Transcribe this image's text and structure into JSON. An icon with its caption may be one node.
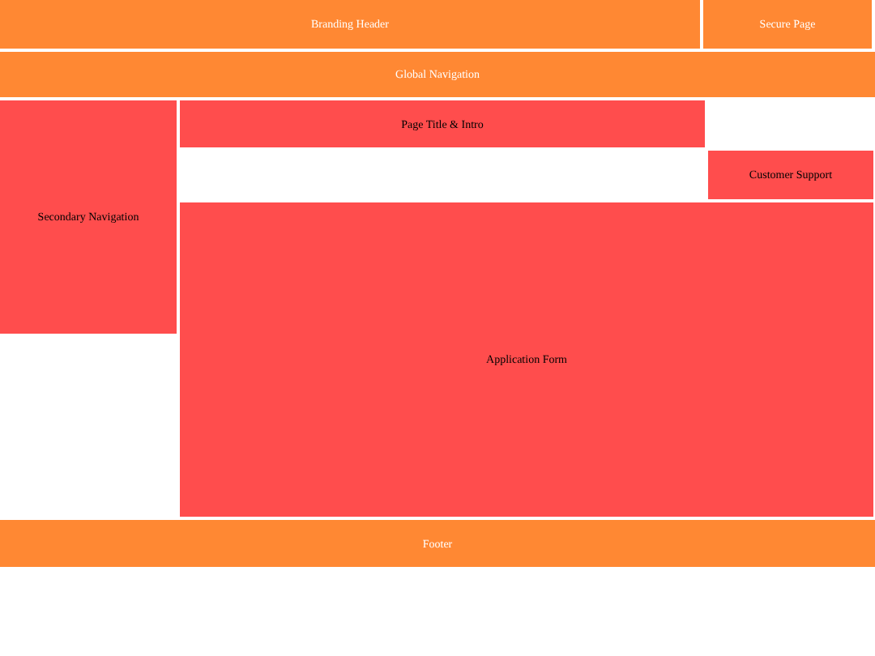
{
  "diagram": {
    "nodes": [
      {
        "text": [
          "Branding Header"
        ]
      },
      {
        "text": [
          "Secure Page"
        ]
      },
      {
        "text": [
          "Global Navigation"
        ]
      },
      {
        "text": [
          "Secondary Navigation"
        ]
      },
      {
        "text": [
          "Page Title & Intro"
        ]
      },
      {
        "text": [
          "Customer Support"
        ]
      },
      {
        "text": [
          "Application Form"
        ]
      },
      {
        "text": [
          "Footer"
        ]
      }
    ]
  }
}
